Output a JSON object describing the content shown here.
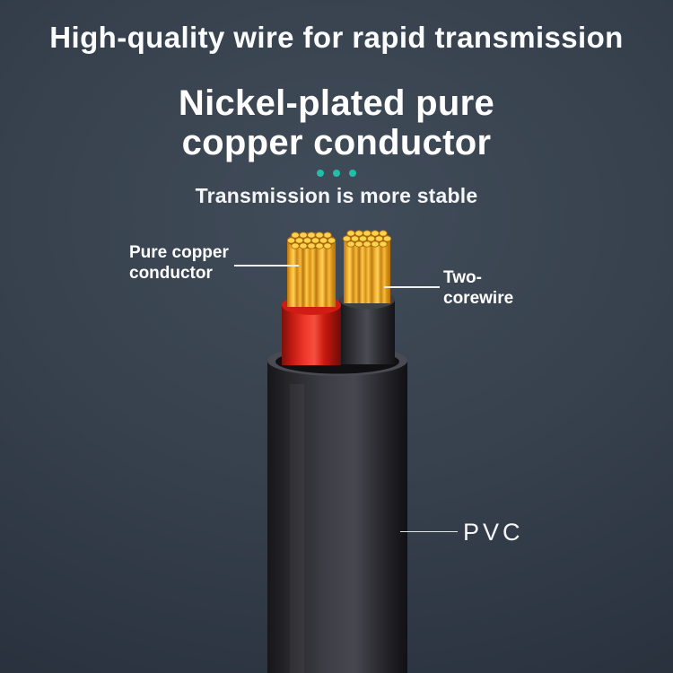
{
  "title": "High-quality wire for rapid transmission",
  "subtitle": {
    "line1": "Nickel-plated pure",
    "line2": "copper conductor"
  },
  "tagline": "Transmission is more stable",
  "decor": {
    "dot_color": "#1ec1a6",
    "dot_count": 3
  },
  "callouts": {
    "pure_copper": {
      "line1": "Pure copper",
      "line2": "conductor"
    },
    "two_core": {
      "line1": "Two-",
      "line2": "corewire"
    },
    "pvc": "PVC"
  },
  "illustration": {
    "label": "two-core copper cable cross-section",
    "colors": {
      "copper_strand": "#ffd24e",
      "copper_strand_dark": "#9c6608",
      "insulation_red": "#ef3a2c",
      "insulation_black": "#313137",
      "jacket_black": "#3e3e46",
      "background_center": "#414c5a",
      "background_edge": "#232b34"
    }
  }
}
